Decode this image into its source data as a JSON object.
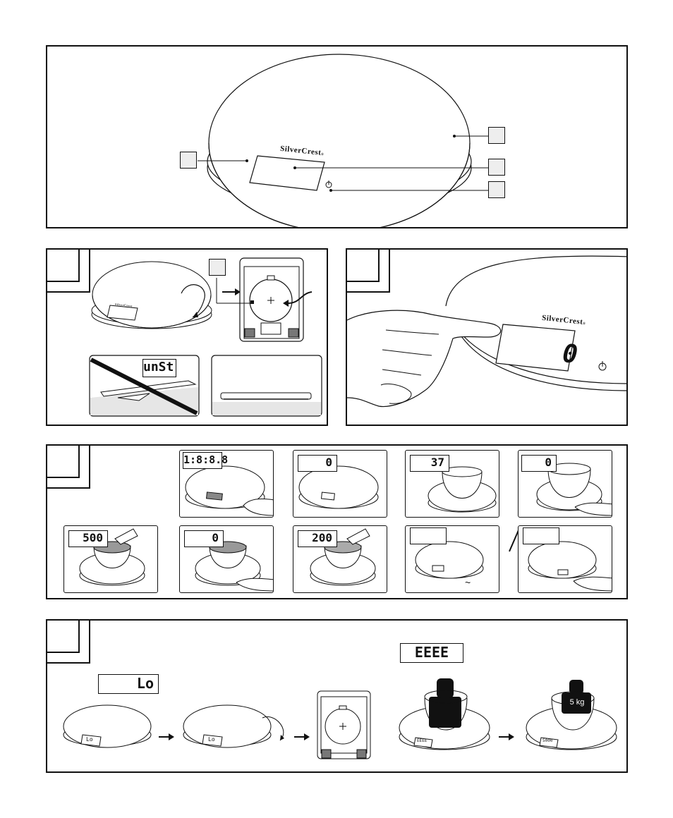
{
  "brand": "SilverCrest",
  "brand_tm": "®",
  "section_b": {
    "display_unstable": "unSt"
  },
  "section_c": {
    "display_digit": "0"
  },
  "section_d": {
    "frames": [
      {
        "display": "1:8:8.8"
      },
      {
        "display": "0"
      },
      {
        "display": "37"
      },
      {
        "display": "0"
      },
      {
        "display": "500"
      },
      {
        "display": "0"
      },
      {
        "display": "200"
      },
      {
        "display": ""
      },
      {
        "display": ""
      }
    ],
    "tilde": "~",
    "slash": "/"
  },
  "section_e": {
    "display_low": "Lo",
    "display_error": "EEEE",
    "weight_label": "5 kg",
    "scale_small_lo": "Lo",
    "scale_small_err": "EEEE",
    "scale_small_5000": "5000"
  },
  "colors": {
    "ink": "#111111",
    "callout_fill": "#eeeeee",
    "floor_fill": "#e6e6e6"
  }
}
